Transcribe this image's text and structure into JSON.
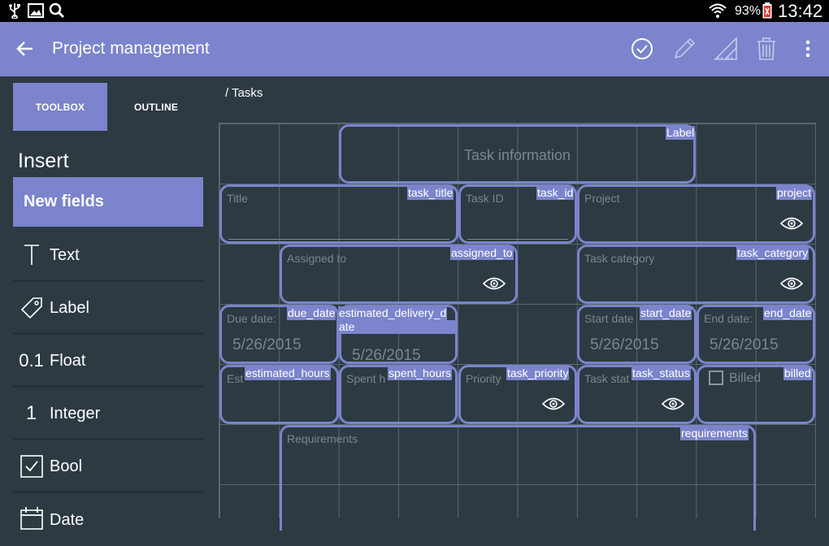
{
  "status": {
    "icons": [
      "usb-icon",
      "image-icon",
      "search-icon",
      "wifi-icon",
      "battery-icon"
    ],
    "battery": "93%",
    "time": "13:42"
  },
  "appbar": {
    "title": "Project management",
    "actions": [
      "check-icon",
      "pencil-icon",
      "ruler-icon",
      "trash-icon",
      "more-vert-icon"
    ]
  },
  "sidebar": {
    "tabs": [
      {
        "label": "TOOLBOX"
      },
      {
        "label": "OUTLINE"
      }
    ],
    "insert_heading": "Insert",
    "new_fields": "New fields",
    "tools": [
      {
        "label": "Text",
        "icon": "text-icon"
      },
      {
        "label": "Label",
        "icon": "tag-icon"
      },
      {
        "label": "Float",
        "icon": "float-icon"
      },
      {
        "label": "Integer",
        "icon": "integer-icon"
      },
      {
        "label": "Bool",
        "icon": "checkbox-icon"
      },
      {
        "label": "Date",
        "icon": "calendar-icon"
      }
    ]
  },
  "breadcrumb": "/ Tasks",
  "form": {
    "label": {
      "text": "Task information",
      "tag": "Label"
    },
    "title": {
      "placeholder": "Title",
      "tag": "task_title"
    },
    "task_id": {
      "placeholder": "Task ID",
      "tag": "task_id"
    },
    "project": {
      "placeholder": "Project",
      "tag": "project"
    },
    "assigned_to": {
      "placeholder": "Assigned to",
      "tag": "assigned_to"
    },
    "task_category": {
      "placeholder": "Task category",
      "tag": "task_category"
    },
    "due_date": {
      "placeholder": "Due date:",
      "tag": "due_date",
      "value": "5/26/2015"
    },
    "estimated_delivery": {
      "tag_line1": "estimated_delivery_d",
      "tag_line2": "ate",
      "value": "5/26/2015"
    },
    "start_date": {
      "placeholder": "Start date",
      "tag": "start_date",
      "value": "5/26/2015"
    },
    "end_date": {
      "placeholder": "End date:",
      "tag": "end_date",
      "value": "5/26/2015"
    },
    "estimated_hours": {
      "placeholder": "Est",
      "tag": "estimated_hours"
    },
    "spent_hours": {
      "placeholder": "Spent h",
      "tag": "spent_hours"
    },
    "task_priority": {
      "placeholder": "Priority",
      "tag": "task_priority"
    },
    "task_status": {
      "placeholder": "Task stat",
      "tag": "task_status"
    },
    "billed": {
      "placeholder": "Billed",
      "tag": "billed"
    },
    "requirements": {
      "placeholder": "Requirements",
      "tag": "requirements"
    }
  },
  "colors": {
    "accent": "#7b84cc",
    "background": "#2d3a42",
    "statusbar": "#000000"
  }
}
